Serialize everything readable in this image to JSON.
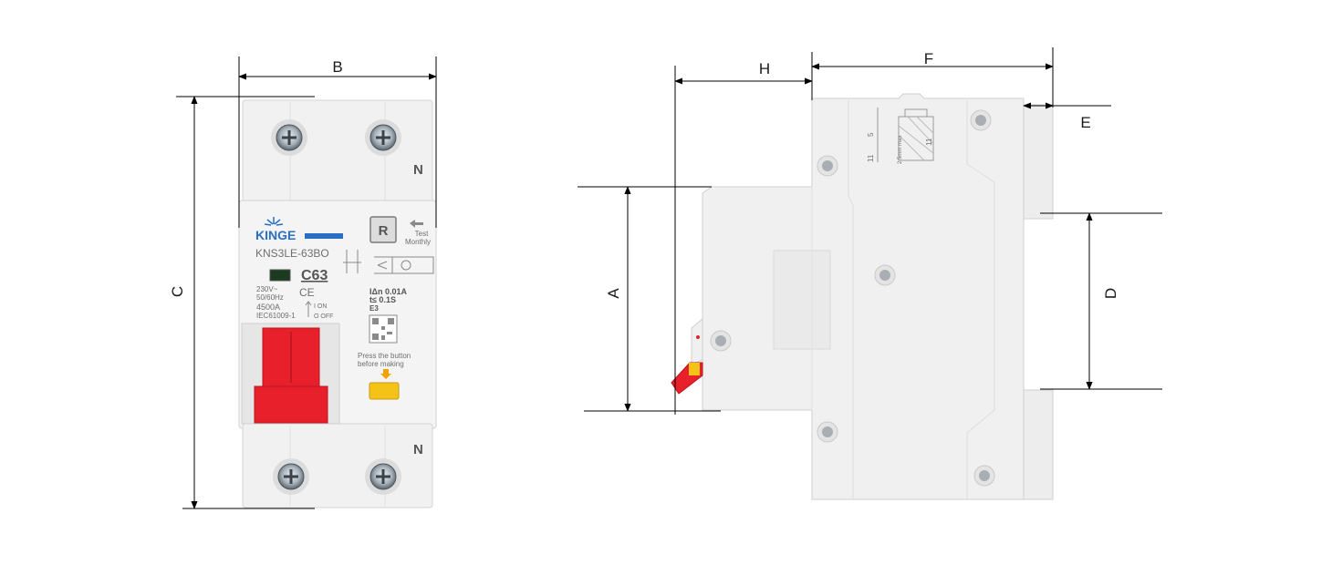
{
  "dimensions": {
    "A": "A",
    "B": "B",
    "C": "C",
    "D": "D",
    "E": "E",
    "F": "F",
    "H": "H"
  },
  "front_label": {
    "brand": "KINGE",
    "model": "KNS3LE-63BO",
    "rating": "C63",
    "voltage": "230V~",
    "frequency": "50/60Hz",
    "capacity": "4500A",
    "standard": "IEC61009-1",
    "ce_mark": "CE",
    "current": "IΔn 0.01A",
    "time": "t≤ 0.1S",
    "class": "E3",
    "on_label": "I ON",
    "off_label": "O OFF",
    "test_button": "R",
    "test_label_1": "Test",
    "test_label_2": "Monthly",
    "press_note_1": "Press the button",
    "press_note_2": "before making",
    "neutral_top": "N",
    "neutral_bottom": "N"
  },
  "side_label": {
    "mark_5": "5",
    "mark_11a": "11",
    "mark_11b": "11",
    "mark_max": "2.5mm max"
  },
  "colors": {
    "body": "#f1f1f1",
    "handle": "#e8202c",
    "test_button_yellow": "#f5c217",
    "brand_blue": "#2a6fc4"
  }
}
